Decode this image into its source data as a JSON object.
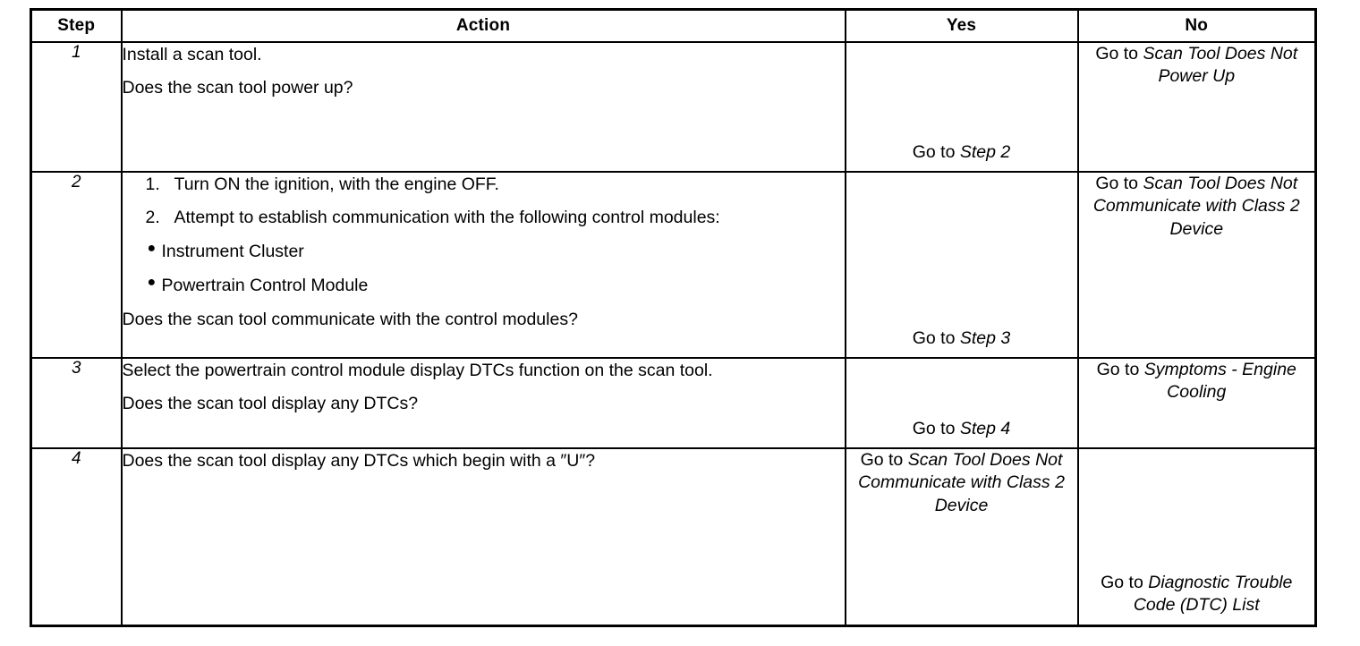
{
  "table": {
    "columns": [
      {
        "key": "step",
        "label": "Step"
      },
      {
        "key": "action",
        "label": "Action"
      },
      {
        "key": "yes",
        "label": "Yes"
      },
      {
        "key": "no",
        "label": "No"
      }
    ],
    "rows": [
      {
        "step": "1",
        "action": {
          "paragraphs": [
            "Install a scan tool.",
            "Does the scan tool power up?"
          ]
        },
        "yes": {
          "prefix": "Go to ",
          "target": "Step 2",
          "align": "bottom"
        },
        "no": {
          "prefix": "Go to ",
          "target": "Scan Tool Does Not Power Up",
          "align": "top"
        }
      },
      {
        "step": "2",
        "action": {
          "numbered": [
            {
              "num": "1.",
              "text": "Turn ON the ignition, with the engine OFF."
            },
            {
              "num": "2.",
              "text": "Attempt to establish communication with the following control modules:"
            }
          ],
          "bullets": [
            "Instrument Cluster",
            "Powertrain Control Module"
          ],
          "question": "Does the scan tool communicate with the control modules?"
        },
        "yes": {
          "prefix": "Go to ",
          "target": "Step 3",
          "align": "bottom"
        },
        "no": {
          "prefix": "Go to ",
          "target": "Scan Tool Does Not Communicate with Class 2 Device",
          "align": "top"
        }
      },
      {
        "step": "3",
        "action": {
          "paragraphs": [
            "Select the powertrain control module display DTCs function on the scan tool.",
            "Does the scan tool display any DTCs?"
          ]
        },
        "yes": {
          "prefix": "Go to ",
          "target": "Step 4",
          "align": "bottom"
        },
        "no": {
          "prefix": "Go to ",
          "target": "Symptoms - Engine Cooling",
          "align": "top"
        }
      },
      {
        "step": "4",
        "action": {
          "paragraphs": [
            "Does the scan tool display any DTCs which begin with a ″U″?"
          ]
        },
        "yes": {
          "prefix": "Go to ",
          "target": "Scan Tool Does Not Communicate with Class 2 Device",
          "align": "top"
        },
        "no": {
          "prefix": "Go to ",
          "target": "Diagnostic Trouble Code (DTC) List",
          "align": "bottom"
        }
      }
    ]
  }
}
